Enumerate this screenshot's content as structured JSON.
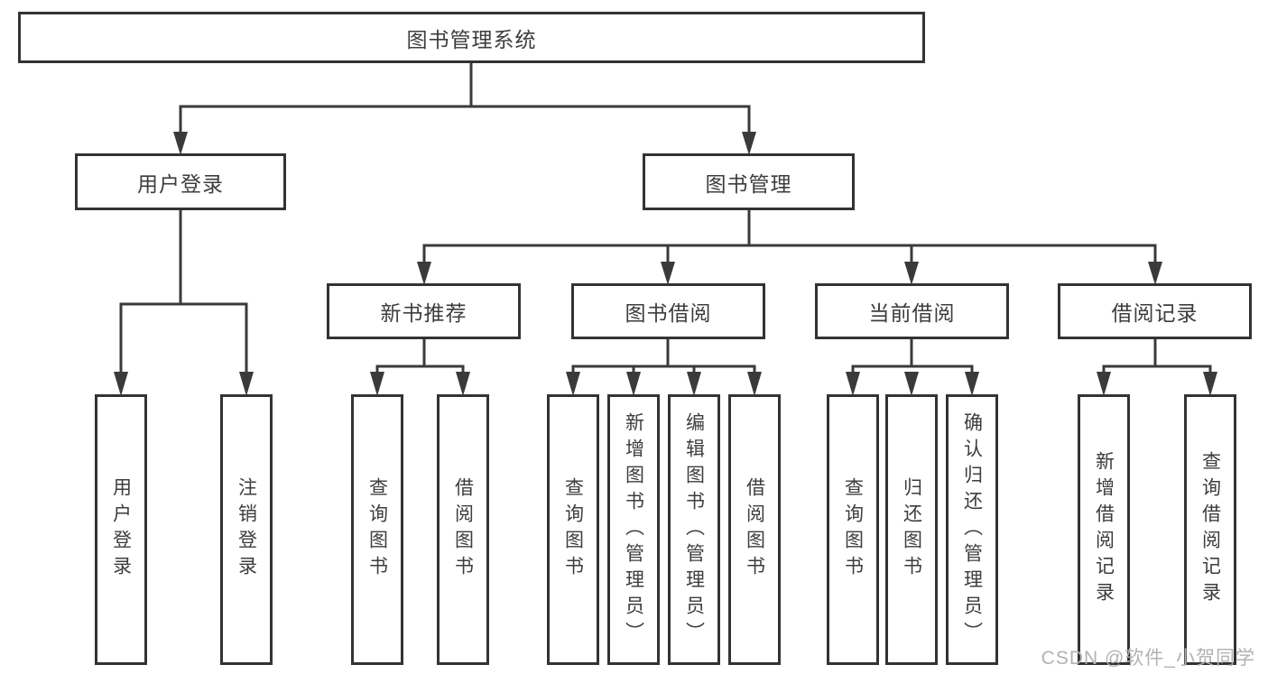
{
  "diagram": {
    "root": {
      "label": "图书管理系统",
      "children": [
        {
          "label": "用户登录",
          "children": [
            {
              "label": "用户登录"
            },
            {
              "label": "注销登录"
            }
          ]
        },
        {
          "label": "图书管理",
          "children": [
            {
              "label": "新书推荐",
              "children": [
                {
                  "label": "查询图书"
                },
                {
                  "label": "借阅图书"
                }
              ]
            },
            {
              "label": "图书借阅",
              "children": [
                {
                  "label": "查询图书"
                },
                {
                  "label": "新增图书（管理员）"
                },
                {
                  "label": "编辑图书（管理员）"
                },
                {
                  "label": "借阅图书"
                }
              ]
            },
            {
              "label": "当前借阅",
              "children": [
                {
                  "label": "查询图书"
                },
                {
                  "label": "归还图书"
                },
                {
                  "label": "确认归还（管理员）"
                }
              ]
            },
            {
              "label": "借阅记录",
              "children": [
                {
                  "label": "新增借阅记录"
                },
                {
                  "label": "查询借阅记录"
                }
              ]
            }
          ]
        }
      ]
    }
  },
  "watermark": {
    "text": "CSDN @软件_小贺同学"
  },
  "colors": {
    "line": "#3a3a3a",
    "box_border": "#333333",
    "text": "#3d3d3d",
    "watermark": "#b2b2b2",
    "background": "#ffffff"
  }
}
